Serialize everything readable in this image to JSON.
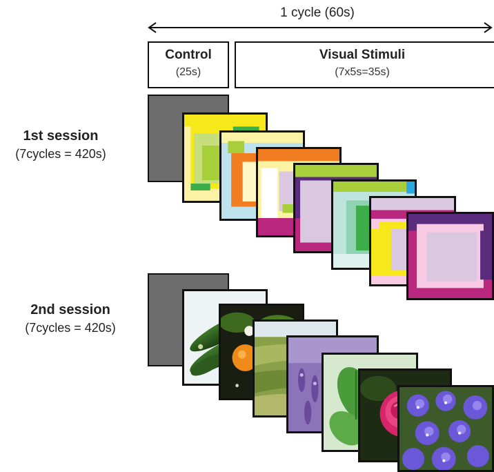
{
  "cycle": {
    "label": "1 cycle (60s)"
  },
  "phases": {
    "control": {
      "title": "Control",
      "duration": "(25s)"
    },
    "stimuli": {
      "title": "Visual  Stimuli",
      "duration": "(7x5s=35s)"
    }
  },
  "sessions": [
    {
      "title": "1st session",
      "detail": "(7cycles = 420s)"
    },
    {
      "title": "2nd session",
      "detail": "(7cycles = 420s)"
    }
  ],
  "colors": {
    "arrow": "#111111",
    "control_block": "#6d6d6d",
    "pattern_palette": [
      "#f7e81c",
      "#a6cf39",
      "#f07d22",
      "#b9287e",
      "#5b2c7d",
      "#d9c8df",
      "#3dad4a",
      "#bfe3dd",
      "#29a8e0"
    ]
  },
  "stimulus_sets": {
    "color_patterns": [
      "color-pattern-yellow-green",
      "color-pattern-cyan-orange",
      "color-pattern-orange-magenta",
      "color-pattern-green-purple",
      "color-pattern-mint-green",
      "color-pattern-pink-yellow",
      "color-pattern-magenta-lilac"
    ],
    "nature_photos": [
      "cucumber-photo",
      "orange-blossom-photo",
      "grass-field-photo",
      "lavender-photo",
      "green-leaves-photo",
      "pink-rose-photo",
      "violet-flowers-photo"
    ]
  }
}
